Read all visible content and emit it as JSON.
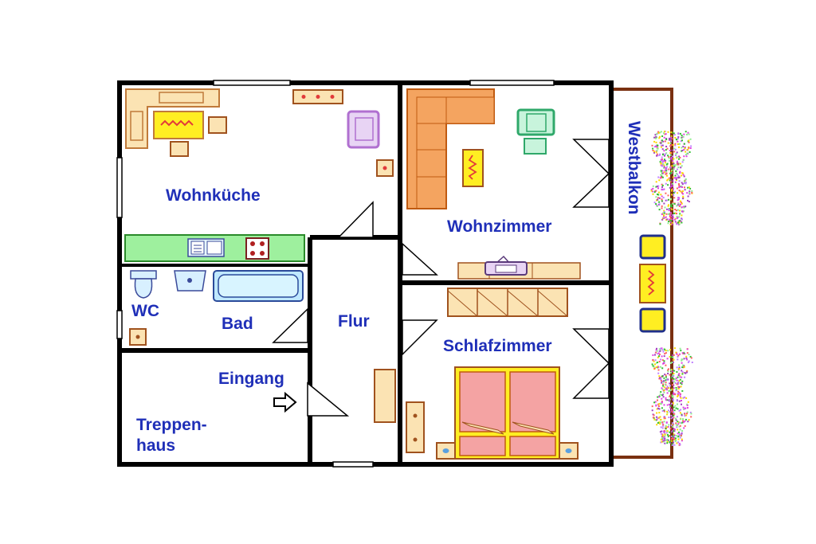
{
  "plan": {
    "rooms": {
      "wohnkueche": "Wohnküche",
      "wohnzimmer": "Wohnzimmer",
      "westbalkon": "Westbalkon",
      "wc": "WC",
      "bad": "Bad",
      "flur": "Flur",
      "schlafzimmer": "Schlafzimmer",
      "eingang": "Eingang",
      "treppenhaus_line1": "Treppen-",
      "treppenhaus_line2": "haus"
    },
    "colors": {
      "wall": "#000000",
      "label": "#1f2fb8",
      "wood": "#fbe3b3",
      "wood_stroke": "#c07a3a",
      "kitchen_counter": "#9ef09e",
      "sofa": "#f4a460",
      "bed": "#f4a3a3",
      "bed_frame": "#ffee22",
      "bathtub": "#bfe8ff",
      "balcony_rail": "#7a3010",
      "chair_green": "#2fa86a",
      "armchair_purple": "#b070d0",
      "balcony_chair": "#ffee22"
    },
    "icons": [
      "entrance-arrow-icon",
      "tv-icon",
      "sink-icon",
      "stove-icon",
      "toilet-icon",
      "washbasin-icon"
    ]
  }
}
